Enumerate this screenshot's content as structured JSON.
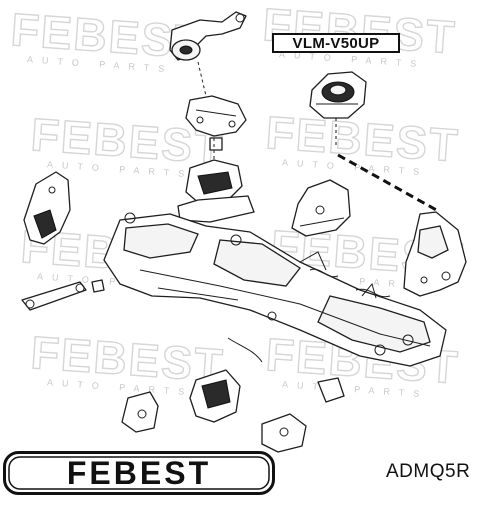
{
  "watermark": {
    "brand": "FEBEST",
    "tagline": "AUTO PARTS"
  },
  "callout": {
    "label": "VLM-V50UP"
  },
  "brand_logo": {
    "text": "FEBEST"
  },
  "part_number": "ADMQ5R"
}
